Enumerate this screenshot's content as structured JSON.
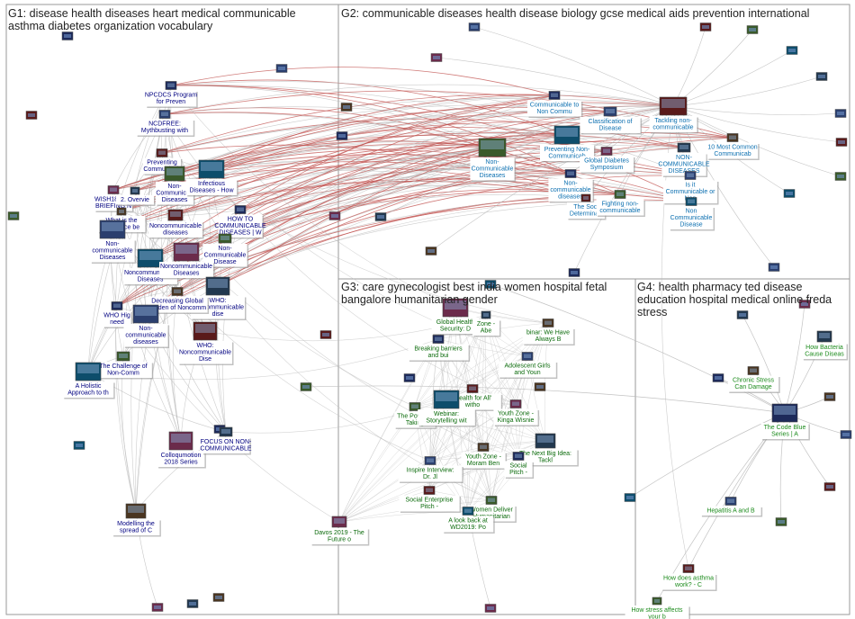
{
  "panels": [
    {
      "id": "G1",
      "title": "G1: disease health diseases heart medical communicable asthma diabetes organization vocabulary",
      "label_color": "#000080"
    },
    {
      "id": "G2",
      "title": "G2: communicable diseases health disease biology gcse medical aids prevention international",
      "label_color": "#0b6fb0"
    },
    {
      "id": "G3",
      "title": "G3: care gynecologist best india women hospital fetal bangalore humanitarian gender",
      "label_color": "#0a6a0a"
    },
    {
      "id": "G4",
      "title": "G4: health pharmacy ted disease education hospital medical online freda stress",
      "label_color": "#1a8a1a"
    }
  ],
  "edge_colors": {
    "normal": "#b8b8b8",
    "highlight": "#c0504d"
  },
  "nodes": [
    {
      "id": "g1a",
      "group": 0,
      "label": [
        "NPCDCS Program",
        "for Preven"
      ]
    },
    {
      "id": "g1b",
      "group": 0,
      "label": [
        "NCDFREE:",
        "Mythbusting with"
      ]
    },
    {
      "id": "g1c",
      "group": 0,
      "label": [
        "Preventing",
        "Communicab"
      ]
    },
    {
      "id": "g1d",
      "group": 0,
      "label": [
        "Non-",
        "Communicab",
        "Diseases"
      ]
    },
    {
      "id": "g1e",
      "group": 0,
      "label": [
        "Infectious",
        "Diseases - How"
      ]
    },
    {
      "id": "g1f",
      "group": 0,
      "label": [
        "WISH18 POL",
        "BRIEFING N"
      ]
    },
    {
      "id": "g1g",
      "group": 0,
      "label": [
        "2. Overvie"
      ]
    },
    {
      "id": "g1h",
      "group": 0,
      "label": [
        "What is the",
        "difference be"
      ]
    },
    {
      "id": "g1i",
      "group": 0,
      "label": [
        "HOW TO",
        "COMMUNICABLE",
        "DISEASES | W"
      ]
    },
    {
      "id": "g1j",
      "group": 0,
      "label": [
        "Non-",
        "communicable",
        "Diseases"
      ]
    },
    {
      "id": "g1k",
      "group": 0,
      "label": [
        "Noncommunicable",
        "diseases"
      ]
    },
    {
      "id": "g1l",
      "group": 0,
      "label": [
        "Non-",
        "Communicable",
        "Disease"
      ]
    },
    {
      "id": "g1m",
      "group": 0,
      "label": [
        "Noncommunicable",
        "Diseases"
      ]
    },
    {
      "id": "g1n",
      "group": 0,
      "label": [
        "Noncommunicable",
        "Diseases"
      ]
    },
    {
      "id": "g1o",
      "group": 0,
      "label": [
        "WHO:",
        "Noncommunicable",
        "dise"
      ]
    },
    {
      "id": "g1p",
      "group": 0,
      "label": [
        "Decreasing Global",
        "Burden of Noncomm"
      ]
    },
    {
      "id": "g1q",
      "group": 0,
      "label": [
        "WHO Hig",
        "need"
      ]
    },
    {
      "id": "g1r",
      "group": 0,
      "label": [
        "Non-",
        "communicable",
        "diseases"
      ]
    },
    {
      "id": "g1s",
      "group": 0,
      "label": [
        "WHO:",
        "Noncommunicable",
        "Dise"
      ]
    },
    {
      "id": "g1t",
      "group": 0,
      "label": [
        "The Challenge of",
        "Non-Comm"
      ]
    },
    {
      "id": "g1u",
      "group": 0,
      "label": [
        "A Holistic",
        "Approach to th"
      ]
    },
    {
      "id": "g1v",
      "group": 0,
      "label": [
        "Colloqumotion",
        "2018 Series"
      ]
    },
    {
      "id": "g1w",
      "group": 0,
      "label": [
        "FOCUS ON NON-",
        "COMMUNICABLE"
      ]
    },
    {
      "id": "g1x",
      "group": 0,
      "label": [
        "Modelling the",
        "spread of C"
      ]
    },
    {
      "id": "g2a",
      "group": 1,
      "label": [
        "Communicable to",
        "Non Commu"
      ]
    },
    {
      "id": "g2b",
      "group": 1,
      "label": [
        "Classification of",
        "Disease"
      ]
    },
    {
      "id": "g2c",
      "group": 1,
      "label": [
        "Tackling non-",
        "communicable"
      ]
    },
    {
      "id": "g2d",
      "group": 1,
      "label": [
        "Non-",
        "Communicable",
        "Diseases"
      ]
    },
    {
      "id": "g2e",
      "group": 1,
      "label": [
        "Preventing Non-",
        "Communicab"
      ]
    },
    {
      "id": "g2f",
      "group": 1,
      "label": [
        "Global Diabetes",
        "Symposium"
      ]
    },
    {
      "id": "g2g",
      "group": 1,
      "label": [
        "NON-",
        "COMMUNICABLE",
        "DISEASES"
      ]
    },
    {
      "id": "g2h",
      "group": 1,
      "label": [
        "10 Most Common",
        "Communicab"
      ]
    },
    {
      "id": "g2i",
      "group": 1,
      "label": [
        "Non-",
        "communicable",
        "diseases"
      ]
    },
    {
      "id": "g2j",
      "group": 1,
      "label": [
        "Is it",
        "Communicable or",
        "Non"
      ]
    },
    {
      "id": "g2k",
      "group": 1,
      "label": [
        "The Soci",
        "Determinan"
      ]
    },
    {
      "id": "g2l",
      "group": 1,
      "label": [
        "Fighting non-",
        "communicable"
      ]
    },
    {
      "id": "g2m",
      "group": 1,
      "label": [
        "Non",
        "Communicable",
        "Disease"
      ]
    },
    {
      "id": "g3a",
      "group": 2,
      "label": [
        "Global Health",
        "Security: D"
      ]
    },
    {
      "id": "g3b",
      "group": 2,
      "label": [
        "Zone -",
        "Abe"
      ]
    },
    {
      "id": "g3c",
      "group": 2,
      "label": [
        "binar: We Have",
        "Always B"
      ]
    },
    {
      "id": "g3d",
      "group": 2,
      "label": [
        "Breaking barriers",
        "and bui"
      ]
    },
    {
      "id": "g3e",
      "group": 2,
      "label": [
        "Adolescent Girls",
        "and Youn"
      ]
    },
    {
      "id": "g3f",
      "group": 2,
      "label": [
        "'Health for All'",
        "witho"
      ]
    },
    {
      "id": "g3g",
      "group": 2,
      "label": [
        "The Power o",
        "Taking"
      ]
    },
    {
      "id": "g3h",
      "group": 2,
      "label": [
        "Webinar:",
        "Storytelling wit"
      ]
    },
    {
      "id": "g3i",
      "group": 2,
      "label": [
        "Youth Zone -",
        "Kinga Wisnie"
      ]
    },
    {
      "id": "g3j",
      "group": 2,
      "label": [
        "The Next Big Idea:",
        "Tackl"
      ]
    },
    {
      "id": "g3k",
      "group": 2,
      "label": [
        "Youth Zone -",
        "Moram Ben"
      ]
    },
    {
      "id": "g3l",
      "group": 2,
      "label": [
        "Social",
        "Pitch -"
      ]
    },
    {
      "id": "g3m",
      "group": 2,
      "label": [
        "Inspire Interview:",
        "Dr. Jl"
      ]
    },
    {
      "id": "g3n",
      "group": 2,
      "label": [
        "Social Enterprise",
        "Pitch -"
      ]
    },
    {
      "id": "g3o",
      "group": 2,
      "label": [
        "Women Deliver",
        "Humanitarian"
      ]
    },
    {
      "id": "g3p",
      "group": 2,
      "label": [
        "A look back at",
        "WD2019: Po"
      ]
    },
    {
      "id": "g3q",
      "group": 2,
      "label": [
        "Davos 2019 - The",
        "Future o"
      ]
    },
    {
      "id": "g4a",
      "group": 3,
      "label": [
        "How Bacteria",
        "Cause Diseas"
      ]
    },
    {
      "id": "g4b",
      "group": 3,
      "label": [
        "Chronic Stress",
        "Can Damage"
      ]
    },
    {
      "id": "g4c",
      "group": 3,
      "label": [
        "The Code Blue",
        "Series | A"
      ]
    },
    {
      "id": "g4d",
      "group": 3,
      "label": [
        "Hepatitis A and B"
      ]
    },
    {
      "id": "g4e",
      "group": 3,
      "label": [
        "How does asthma",
        "work? - C"
      ]
    },
    {
      "id": "g4f",
      "group": 3,
      "label": [
        "How stress affects",
        "your b"
      ]
    }
  ]
}
